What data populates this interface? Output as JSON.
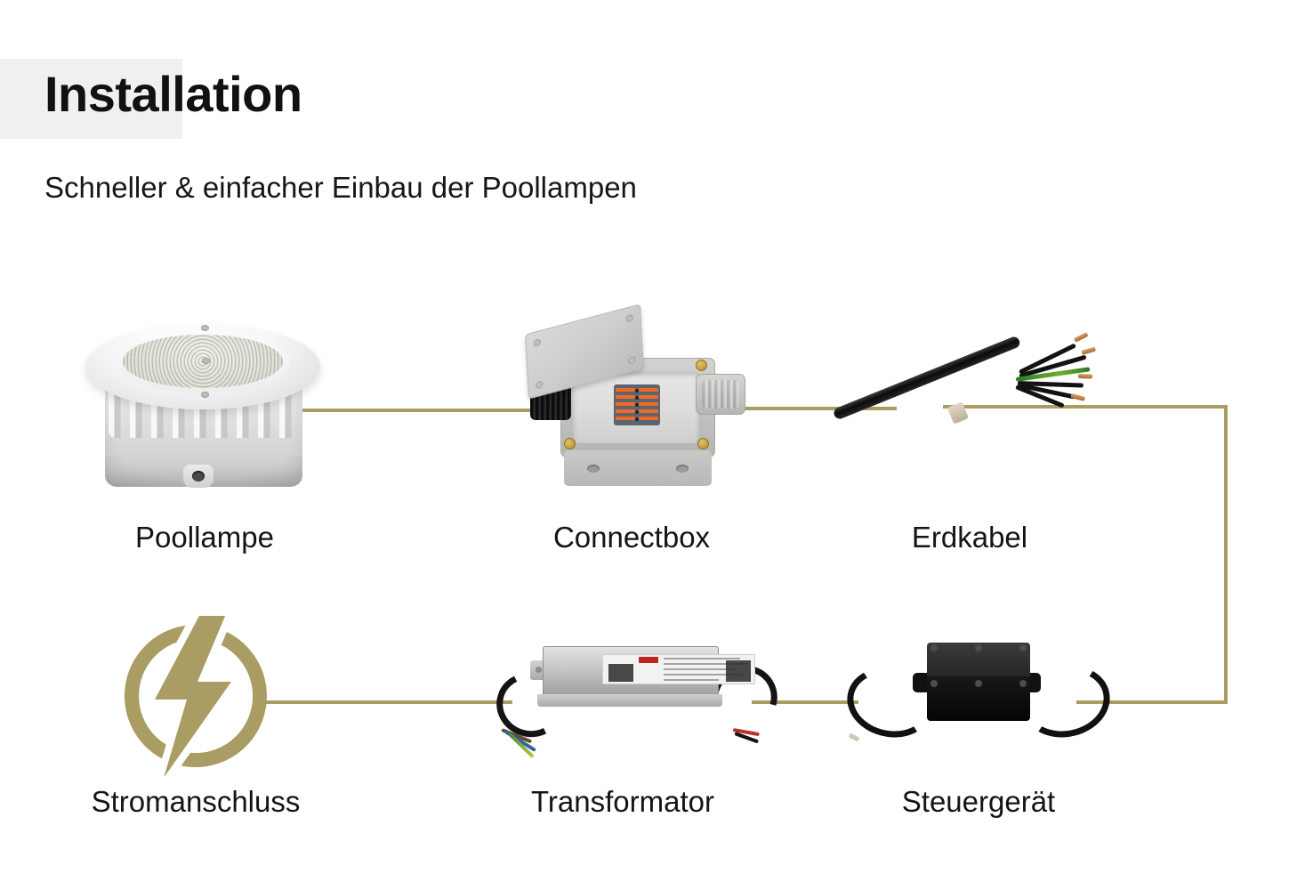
{
  "header": {
    "title": "Installation",
    "subtitle": "Schneller & einfacher Einbau der Poollampen",
    "title_band_color": "#f0f0f0",
    "title_color": "#111111"
  },
  "theme": {
    "background": "#ffffff",
    "connector_color": "#a99d63",
    "accent_gold": "#a99d63",
    "text_color": "#141414"
  },
  "diagram": {
    "type": "installation-flow",
    "rows": [
      {
        "name": "top-row",
        "items": [
          {
            "id": "poollampe",
            "label": "Poollampe",
            "icon": "pool-lamp-image"
          },
          {
            "id": "connectbox",
            "label": "Connectbox",
            "icon": "junction-box-image"
          },
          {
            "id": "erdkabel",
            "label": "Erdkabel",
            "icon": "earth-cable-image"
          }
        ]
      },
      {
        "name": "bottom-row",
        "items": [
          {
            "id": "stromanschluss",
            "label": "Stromanschluss",
            "icon": "lightning-bolt-circle-icon"
          },
          {
            "id": "transformator",
            "label": "Transformator",
            "icon": "led-driver-image"
          },
          {
            "id": "steuergeraet",
            "label": "Steuergerät",
            "icon": "controller-box-image"
          }
        ]
      }
    ],
    "connections": [
      {
        "from": "poollampe",
        "to": "connectbox"
      },
      {
        "from": "connectbox",
        "to": "erdkabel"
      },
      {
        "from": "erdkabel",
        "to": "steuergeraet",
        "routing": "right-down-left"
      },
      {
        "from": "steuergeraet",
        "to": "transformator"
      },
      {
        "from": "transformator",
        "to": "stromanschluss"
      }
    ]
  }
}
